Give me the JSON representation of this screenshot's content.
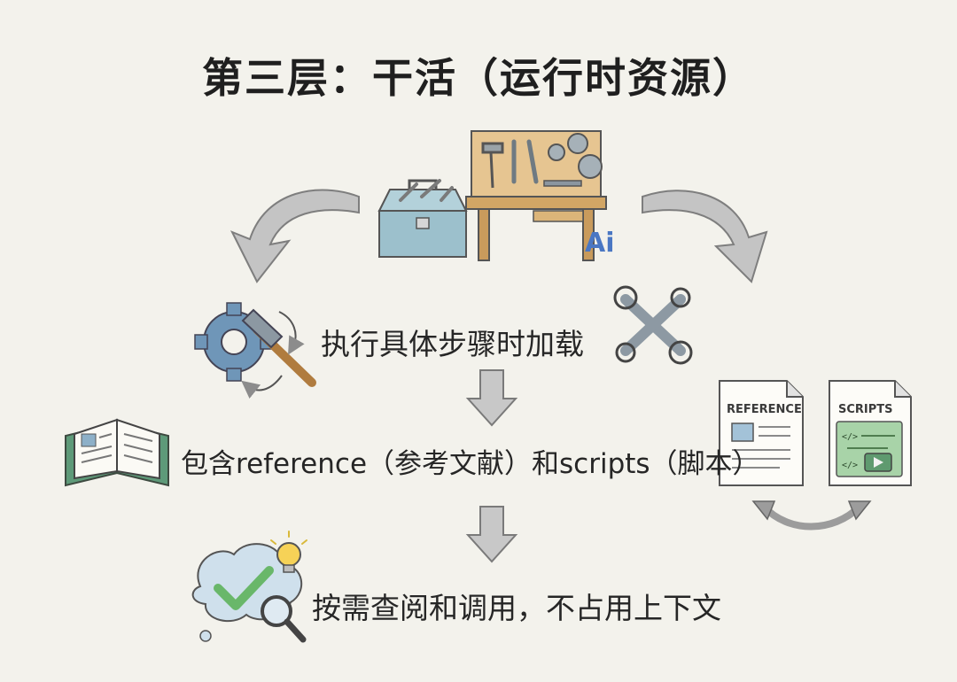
{
  "title": "第三层：干活（运行时资源）",
  "steps": [
    {
      "text": "执行具体步骤时加载"
    },
    {
      "text": "包含reference（参考文献）和scripts（脚本）"
    },
    {
      "text": "按需查阅和调用，不占用上下文"
    }
  ],
  "documents": {
    "reference_label": "REFERENCE",
    "scripts_label": "SCRIPTS",
    "code_marks": [
      "</>",
      "</>"
    ]
  },
  "workbench_badge": "Ai",
  "colors": {
    "background": "#f3f2ec",
    "arrow_gray": "#b9b9b9",
    "toolbox_blue": "#8fb7c4",
    "wood": "#d9b27a",
    "gear_blue": "#7096b8",
    "hammer_orange": "#e0a45a",
    "book_green": "#5e9a79",
    "doc_green": "#6ca77e",
    "check_green": "#6cb86a",
    "bulb_yellow": "#f4cf52"
  },
  "icons": [
    "toolbox-icon",
    "workbench-icon",
    "gear-hammer-icon",
    "wrench-cross-icon",
    "open-book-icon",
    "reference-doc-icon",
    "scripts-doc-icon",
    "swap-arrow-icon",
    "cloud-check-icon",
    "lightbulb-icon",
    "magnifier-icon"
  ]
}
